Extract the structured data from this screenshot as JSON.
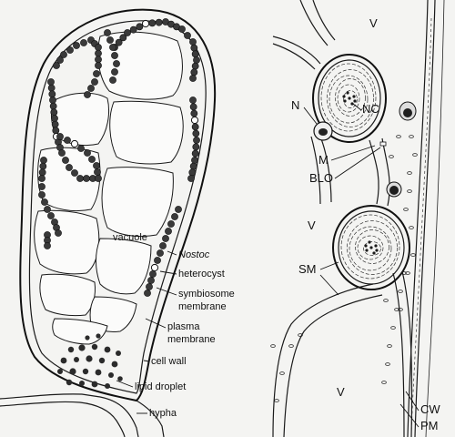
{
  "left_panel": {
    "labels": {
      "vacuole": "vacuole",
      "nostoc": "Nostoc",
      "heterocyst": "heterocyst",
      "symbiosome_1": "symbiosome",
      "symbiosome_2": "membrane",
      "plasma_1": "plasma",
      "plasma_2": "membrane",
      "cell_wall": "cell wall",
      "lipid_droplet": "lipid droplet",
      "hypha": "hypha"
    }
  },
  "right_panel": {
    "labels": {
      "v_top": "V",
      "n": "N",
      "nc": "NC",
      "m": "M",
      "blo": "BLO",
      "v_mid": "V",
      "sm": "SM",
      "v_bottom": "V",
      "cw": "CW",
      "pm": "PM"
    }
  }
}
